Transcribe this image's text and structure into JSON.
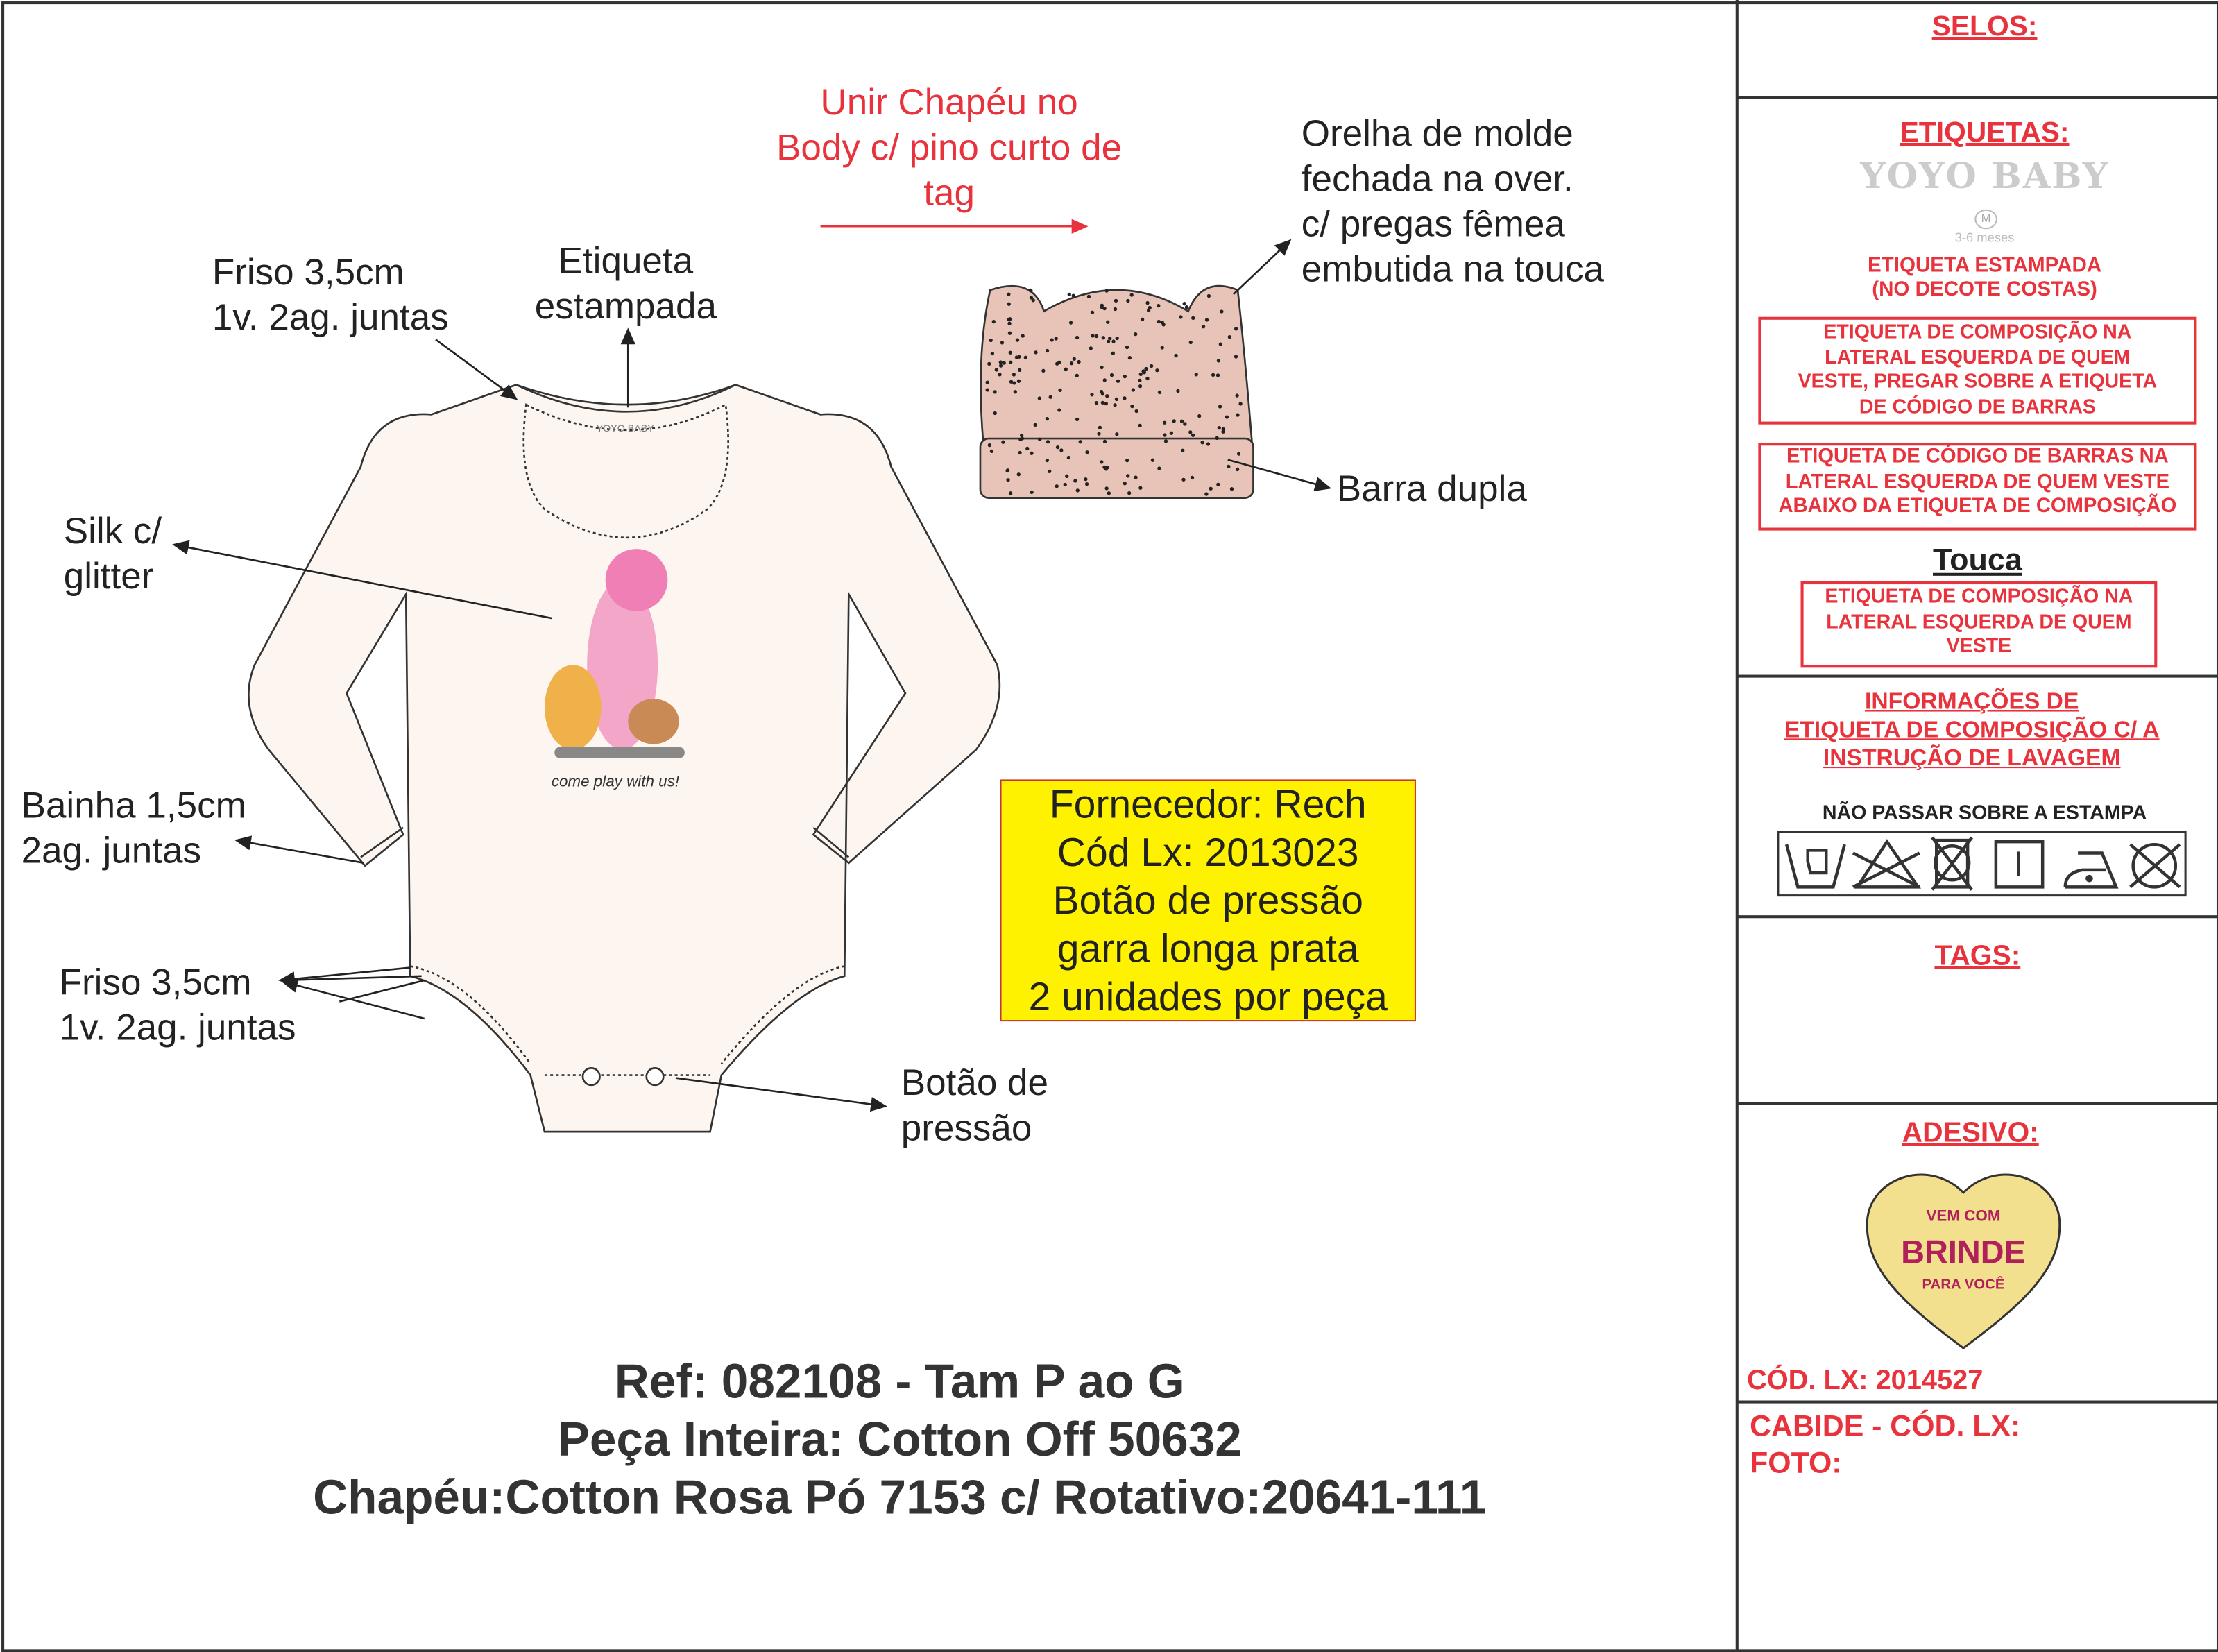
{
  "main": {
    "instruction_red": [
      "Unir Chapéu no",
      "Body c/ pino curto de",
      "tag"
    ],
    "labels": {
      "friso_top": [
        "Friso 3,5cm",
        "1v. 2ag. juntas"
      ],
      "etiqueta": [
        "Etiqueta",
        "estampada"
      ],
      "orelha": [
        "Orelha de molde",
        "fechada na over.",
        "c/ pregas fêmea",
        "embutida na touca"
      ],
      "barra": "Barra dupla",
      "silk": [
        "Silk c/",
        "glitter"
      ],
      "bainha": [
        "Bainha 1,5cm",
        "2ag. juntas"
      ],
      "friso_bottom": [
        "Friso 3,5cm",
        "1v. 2ag. juntas"
      ],
      "botao": [
        "Botão de",
        "pressão"
      ]
    },
    "print_text": "come play with us!",
    "neck_label": "YOYO BABY",
    "supplier_box": [
      "Fornecedor: Rech",
      "Cód Lx: 2013023",
      "Botão de pressão",
      "garra longa prata",
      "2 unidades por peça"
    ],
    "footer": [
      "Ref: 082108 - Tam P ao G",
      "Peça Inteira: Cotton Off 50632",
      "Chapéu:Cotton Rosa Pó 7153 c/ Rotativo:20641-111"
    ]
  },
  "panel": {
    "selos": "SELOS:",
    "etiquetas": "ETIQUETAS:",
    "brand": "YOYO BABY",
    "size_letter": "M",
    "size_age": "3-6 meses",
    "etiqueta_estampada": [
      "ETIQUETA ESTAMPADA",
      "(NO DECOTE COSTAS)"
    ],
    "box1": [
      "ETIQUETA DE COMPOSIÇÃO NA",
      "LATERAL ESQUERDA DE QUEM",
      "VESTE, PREGAR SOBRE A ETIQUETA",
      "DE CÓDIGO DE BARRAS"
    ],
    "box2": [
      "ETIQUETA DE CÓDIGO DE BARRAS NA",
      "LATERAL ESQUERDA DE QUEM VESTE",
      "ABAIXO DA ETIQUETA DE COMPOSIÇÃO"
    ],
    "touca": "Touca",
    "box3": [
      "ETIQUETA DE COMPOSIÇÃO NA",
      "LATERAL ESQUERDA DE QUEM",
      "VESTE"
    ],
    "info": [
      "INFORMAÇÕES DE",
      "ETIQUETA DE COMPOSIÇÃO C/ A",
      "INSTRUÇÃO DE LAVAGEM"
    ],
    "nao_passar": "NÃO PASSAR SOBRE A ESTAMPA",
    "care_icons": [
      "hand-wash-icon",
      "no-bleach-icon",
      "no-tumble-dry-icon",
      "line-dry-icon",
      "iron-low-icon",
      "no-dry-clean-icon"
    ],
    "tags": "TAGS:",
    "adesivo": "ADESIVO:",
    "sticker": [
      "VEM COM",
      "BRINDE",
      "PARA VOCÊ"
    ],
    "cod_lx": "CÓD. LX: 2014527",
    "cabide": "CABIDE - CÓD. LX:",
    "foto": "FOTO:"
  },
  "colors": {
    "red": "#e8323c",
    "yellow": "#fff200",
    "garment": "#fdf6f0",
    "hat": "#e8c4b8"
  }
}
